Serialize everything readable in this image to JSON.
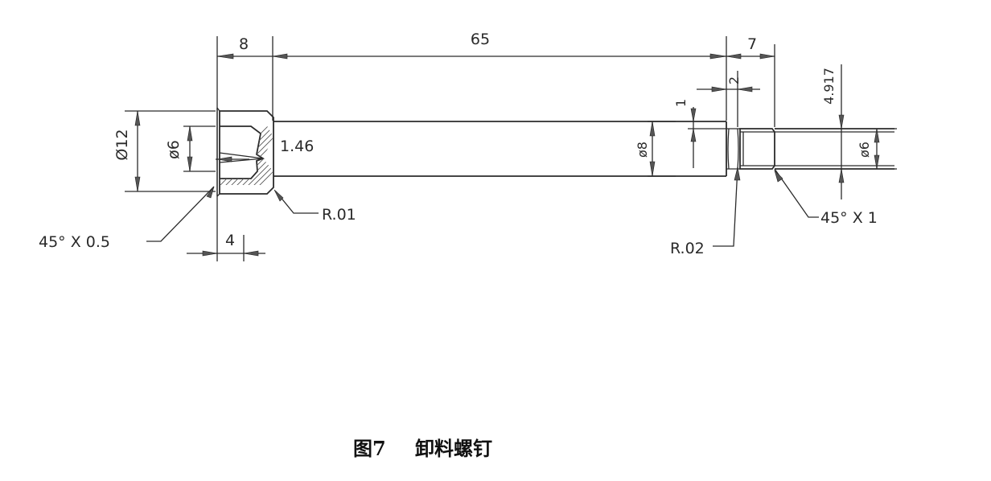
{
  "figure": {
    "caption_number": "图7",
    "caption_title": "卸料螺钉"
  },
  "dimensions": {
    "head_length": "8",
    "shank_length": "65",
    "thread_length": "7",
    "groove_width": "2",
    "groove_depth": "1",
    "thread_offset": "4.917",
    "head_diameter": "Ø12",
    "socket_diameter": "ø6",
    "shank_diameter": "ø8",
    "thread_diameter": "ø6",
    "socket_depth": "4",
    "socket_tip": "1.46",
    "chamfer_head": "45° X 0.5",
    "chamfer_thread": "45° X 1",
    "fillet_head": "R.01",
    "fillet_groove": "R.02"
  }
}
